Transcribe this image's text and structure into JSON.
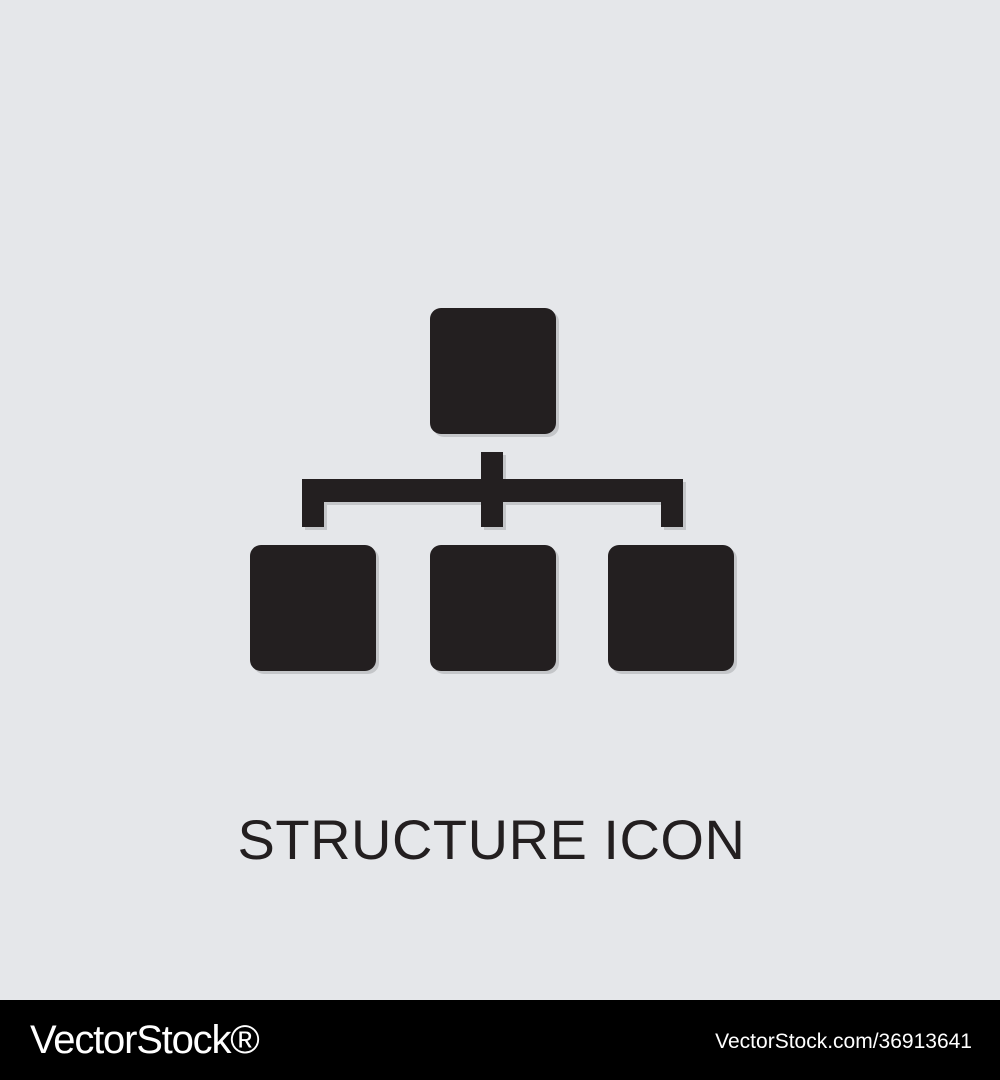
{
  "main": {
    "icon_name": "structure-icon",
    "caption": "STRUCTURE ICON",
    "colors": {
      "background": "#e5e7ea",
      "icon": "#231f20",
      "shadow": "#c4c6c9",
      "footer": "#000000",
      "footer_text": "#ffffff"
    }
  },
  "footer": {
    "brand": "VectorStock®",
    "image_id": "VectorStock.com/36913641"
  }
}
